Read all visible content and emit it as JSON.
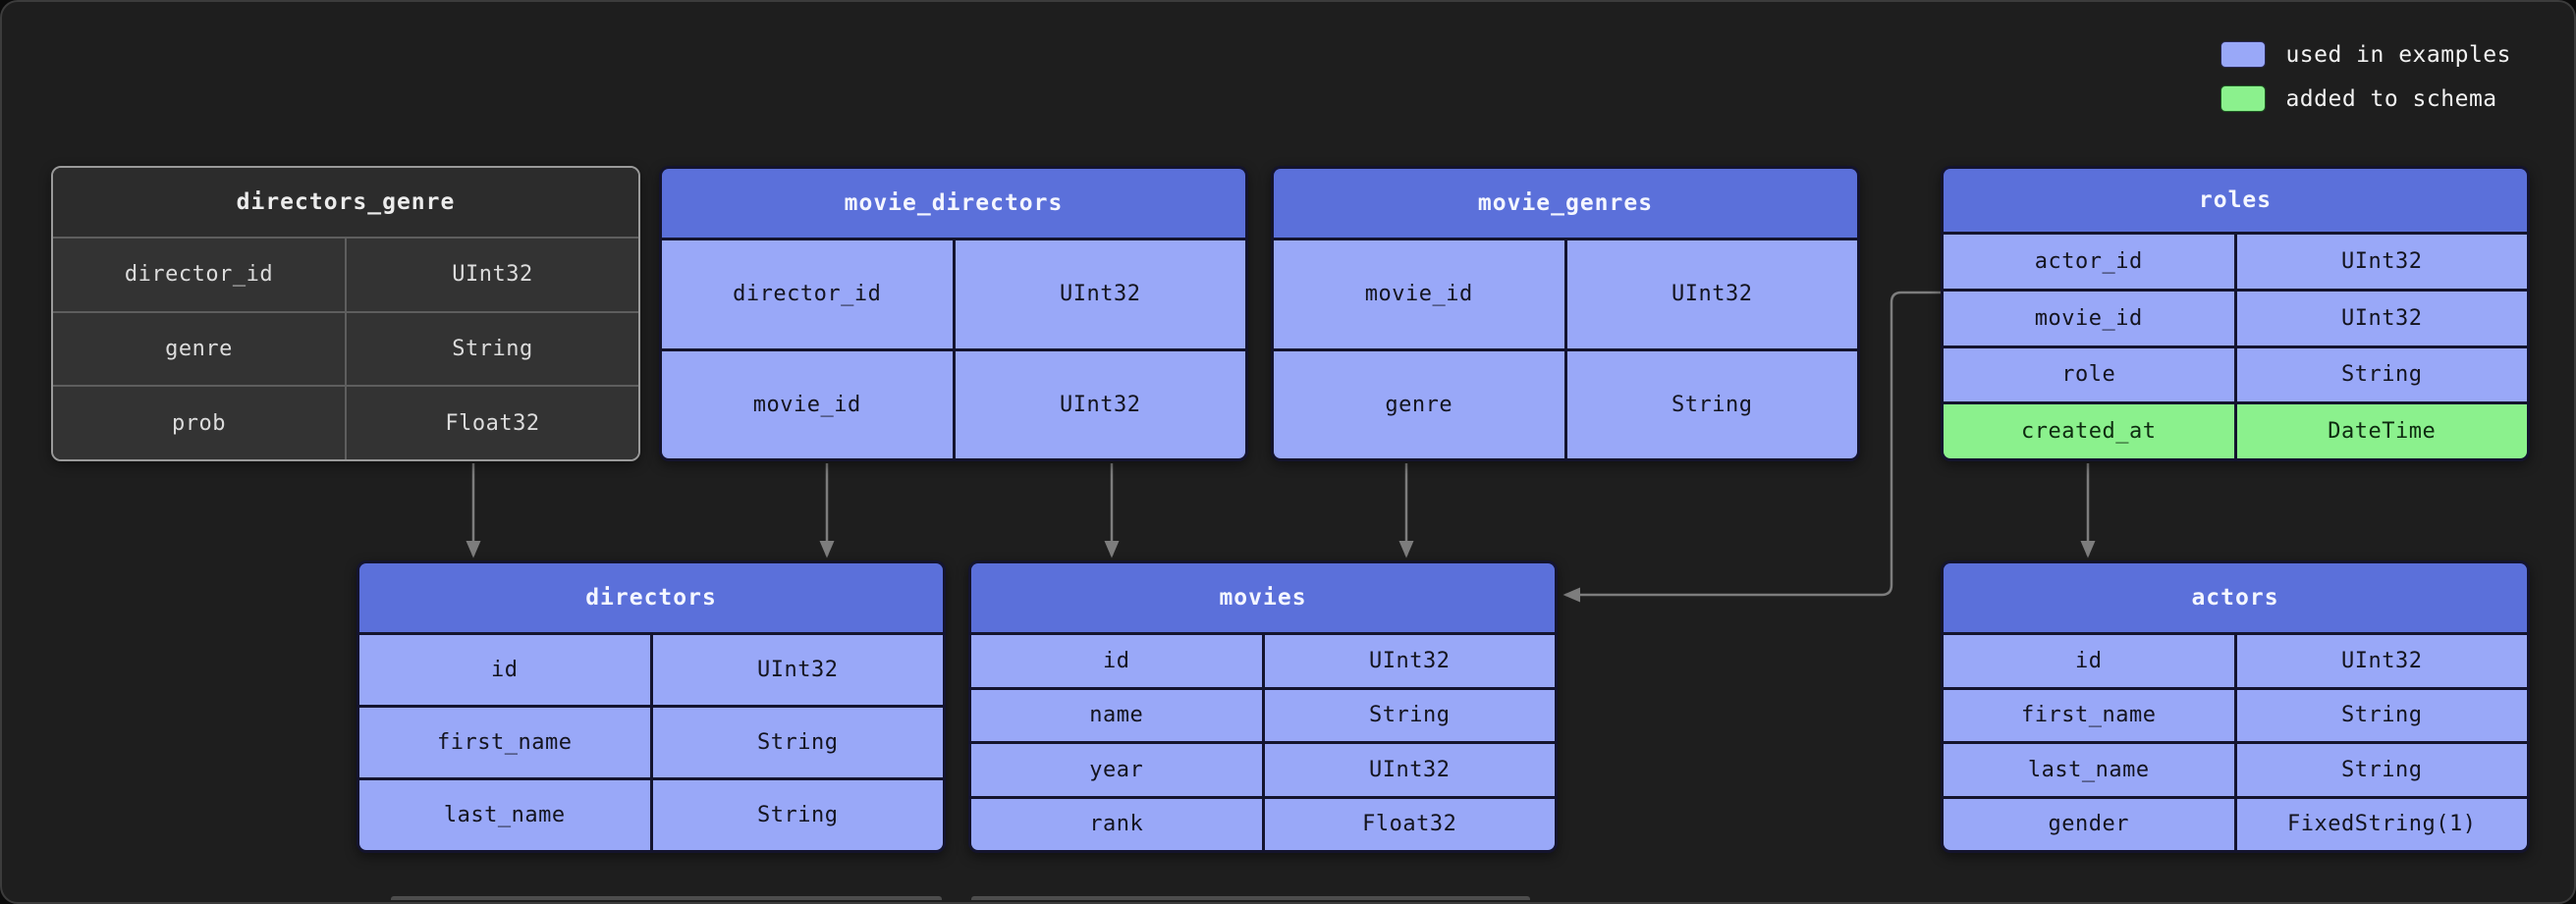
{
  "legend": {
    "items": [
      {
        "label": "used in examples",
        "color": "#99a8f8"
      },
      {
        "label": "added to schema",
        "color": "#8bf18d"
      }
    ]
  },
  "tables": {
    "directors_genre": {
      "title": "directors_genre",
      "theme": "dark",
      "rows": [
        {
          "field": "director_id",
          "type": "UInt32"
        },
        {
          "field": "genre",
          "type": "String"
        },
        {
          "field": "prob",
          "type": "Float32"
        }
      ]
    },
    "movie_directors": {
      "title": "movie_directors",
      "theme": "blue",
      "rows": [
        {
          "field": "director_id",
          "type": "UInt32"
        },
        {
          "field": "movie_id",
          "type": "UInt32"
        }
      ]
    },
    "movie_genres": {
      "title": "movie_genres",
      "theme": "blue",
      "rows": [
        {
          "field": "movie_id",
          "type": "UInt32"
        },
        {
          "field": "genre",
          "type": "String"
        }
      ]
    },
    "roles": {
      "title": "roles",
      "theme": "blue",
      "rows": [
        {
          "field": "actor_id",
          "type": "UInt32"
        },
        {
          "field": "movie_id",
          "type": "UInt32"
        },
        {
          "field": "role",
          "type": "String"
        },
        {
          "field": "created_at",
          "type": "DateTime",
          "highlight": "added_to_schema"
        }
      ]
    },
    "directors": {
      "title": "directors",
      "theme": "blue",
      "rows": [
        {
          "field": "id",
          "type": "UInt32"
        },
        {
          "field": "first_name",
          "type": "String"
        },
        {
          "field": "last_name",
          "type": "String"
        }
      ]
    },
    "movies": {
      "title": "movies",
      "theme": "blue",
      "rows": [
        {
          "field": "id",
          "type": "UInt32"
        },
        {
          "field": "name",
          "type": "String"
        },
        {
          "field": "year",
          "type": "UInt32"
        },
        {
          "field": "rank",
          "type": "Float32"
        }
      ]
    },
    "actors": {
      "title": "actors",
      "theme": "blue",
      "rows": [
        {
          "field": "id",
          "type": "UInt32"
        },
        {
          "field": "first_name",
          "type": "String"
        },
        {
          "field": "last_name",
          "type": "String"
        },
        {
          "field": "gender",
          "type": "FixedString(1)"
        }
      ]
    }
  },
  "relationships": [
    {
      "from": "directors_genre",
      "to": "directors"
    },
    {
      "from": "movie_directors.director_id",
      "to": "directors"
    },
    {
      "from": "movie_directors.movie_id",
      "to": "movies"
    },
    {
      "from": "movie_genres.movie_id",
      "to": "movies"
    },
    {
      "from": "roles.movie_id",
      "to": "movies"
    },
    {
      "from": "roles.actor_id",
      "to": "actors"
    }
  ],
  "colors": {
    "background": "#1e1e1e",
    "blue_header": "#5b70da",
    "blue_row": "#99a8f8",
    "green_row": "#8bf18d",
    "dark_row": "#333333",
    "arrow": "#7d7d7d"
  }
}
